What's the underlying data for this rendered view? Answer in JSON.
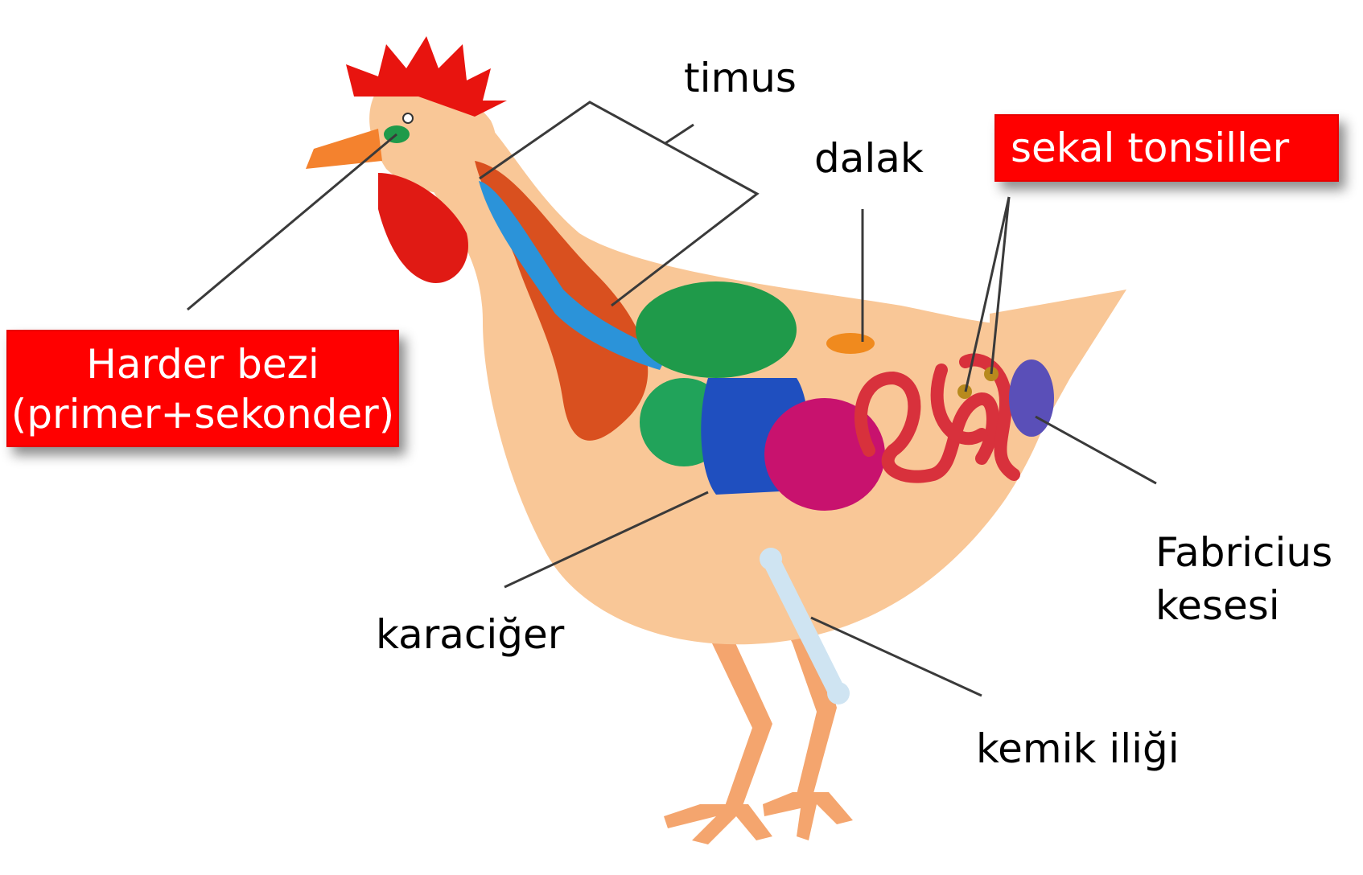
{
  "labels": {
    "harder_line1": "Harder bezi",
    "harder_line2": "(primer+sekonder)",
    "timus": "timus",
    "dalak": "dalak",
    "sekal": "sekal tonsiller",
    "karaciger": "karaciğer",
    "fabricius_line1": "Fabricius",
    "fabricius_line2": "kesesi",
    "kemik": "kemik iliği"
  },
  "colors": {
    "highlight_box": "#ff0000",
    "body": "#f9c797",
    "comb": "#e8140f",
    "thymus": "#2b93d9",
    "thymus_red": "#d9501f",
    "green_organs": "#1f9a4a",
    "blue_organ": "#1f4fbf",
    "magenta_organ": "#c8126e",
    "spleen": "#f08a1e",
    "intestine": "#d8313c",
    "bursa": "#5a4fb8"
  }
}
